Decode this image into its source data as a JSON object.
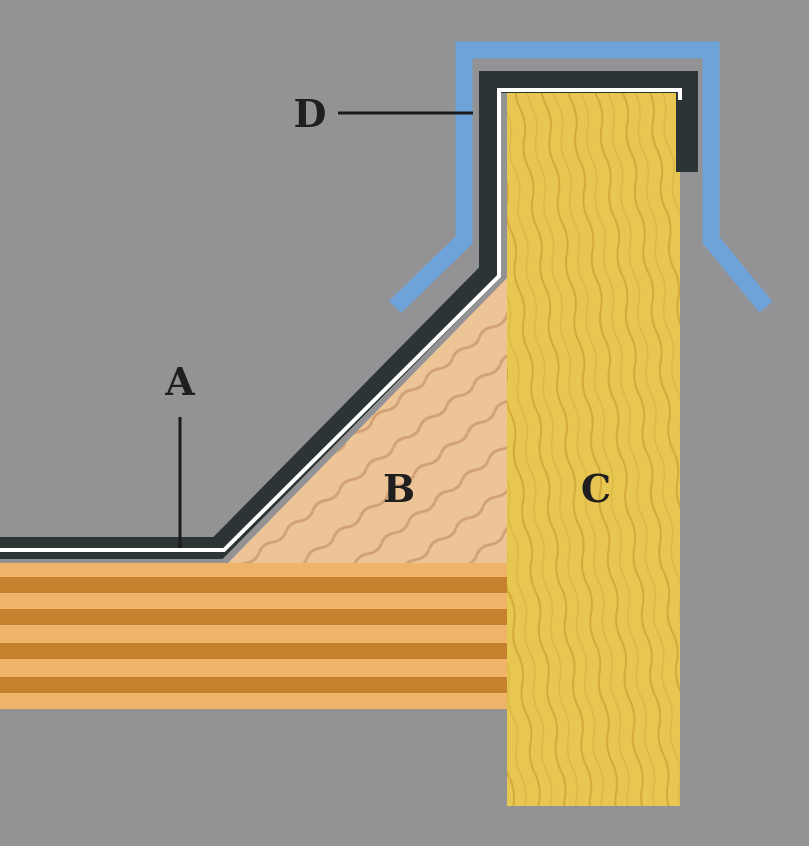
{
  "labels": {
    "a": "A",
    "b": "B",
    "c": "C",
    "d": "D"
  },
  "colors": {
    "background": "#939396",
    "counter_flashing": "#6ea3da",
    "membrane_dark": "#2c3436",
    "membrane_white": "#ffffff",
    "deck_light": "#efb46a",
    "deck_dark": "#c5812d",
    "cant_strip": "#ecc496",
    "cant_grain": "#c9976a",
    "wood_blocking": "#e7c652",
    "wood_grain": "#c49427",
    "leader": "#1a1a1a"
  }
}
